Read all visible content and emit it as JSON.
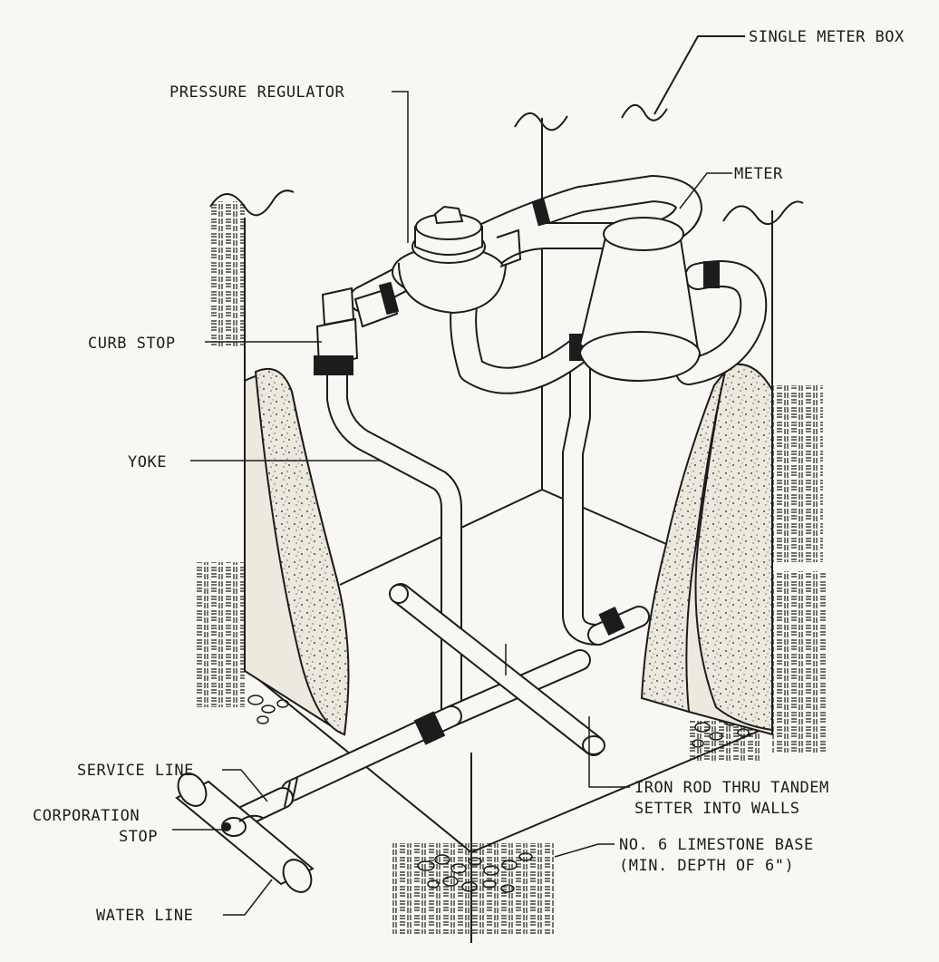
{
  "labels": {
    "single_meter_box": "SINGLE METER BOX",
    "pressure_regulator": "PRESSURE REGULATOR",
    "meter": "METER",
    "curb_stop": "CURB STOP",
    "yoke": "YOKE",
    "service_line": "SERVICE LINE",
    "corporation_stop_1": "CORPORATION",
    "corporation_stop_2": "STOP",
    "water_line": "WATER LINE",
    "iron_rod_1": "IRON ROD THRU TANDEM",
    "iron_rod_2": "SETTER INTO WALLS",
    "limestone_1": "NO. 6 LIMESTONE BASE",
    "limestone_2": "(MIN. DEPTH OF 6\")"
  },
  "colors": {
    "ink": "#1c1c1c",
    "paper": "#f8f7f3",
    "concrete": "#ece9df"
  }
}
